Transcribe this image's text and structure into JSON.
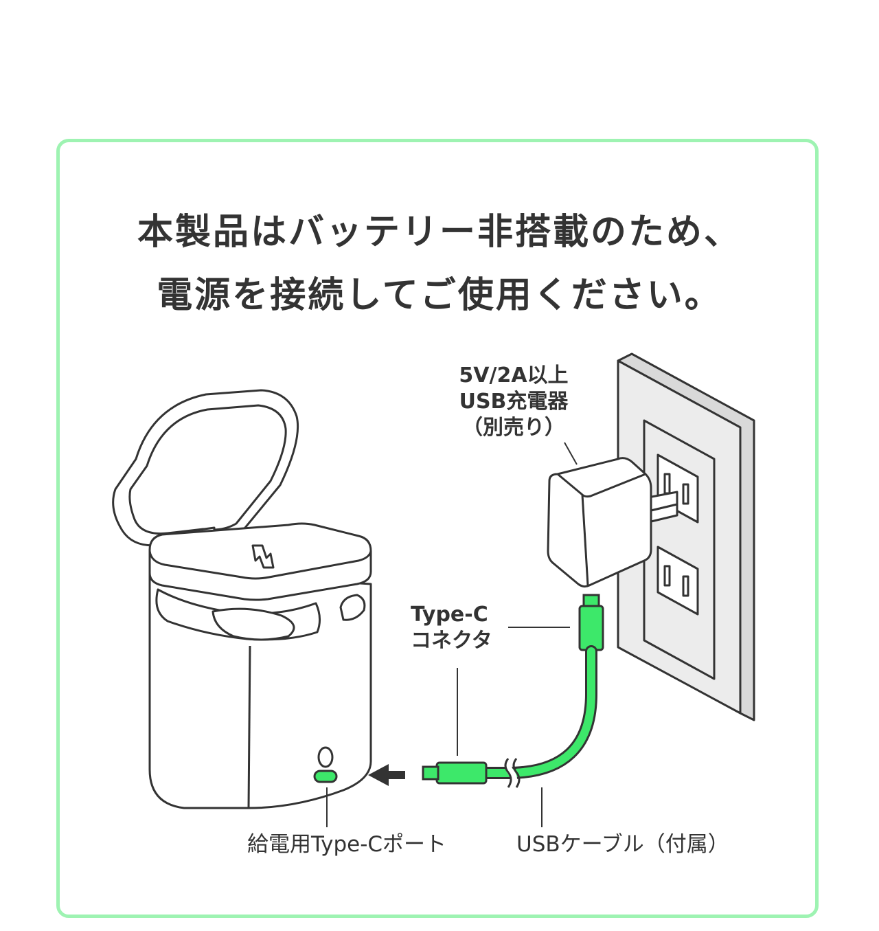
{
  "headline": {
    "line1": "本製品はバッテリー非搭載のため、",
    "line2": "電源を接続してご使用ください。"
  },
  "labels": {
    "charger": [
      "5V/2A以上",
      "USB充電器",
      "（別売り）"
    ],
    "connector": [
      "Type-C",
      "コネクタ"
    ],
    "port": "給電用Type-Cポート",
    "cable": "USBケーブル（付属）"
  },
  "colors": {
    "border": "#9ef3b2",
    "cable": "#3de86a",
    "line": "#333333",
    "wall": "#ececec"
  },
  "icons": [
    "lightning-icon",
    "arrow-left-icon"
  ]
}
